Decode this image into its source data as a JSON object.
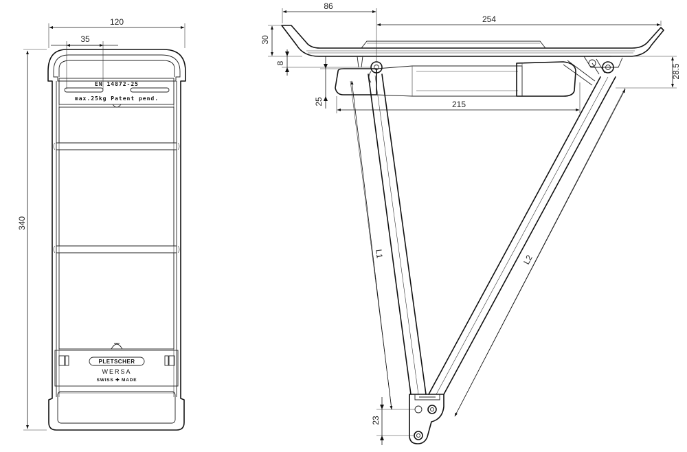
{
  "top_view": {
    "width_label": "120",
    "inner_width_label": "35",
    "length_label": "340",
    "plate_line1": "EN 14872-25",
    "plate_line2": "max.25kg  Patent pend.",
    "brand_name": "PLETSCHER",
    "brand_model": "WERSA",
    "brand_origin": "SWISS ✚ MADE"
  },
  "side_view": {
    "dim_86": "86",
    "dim_254": "254",
    "dim_30": "30",
    "dim_8": "8",
    "dim_25": "25",
    "dim_215": "215",
    "dim_28_5": "28.5",
    "dim_23": "23",
    "strut_l1": "L1",
    "strut_l2": "L2"
  }
}
